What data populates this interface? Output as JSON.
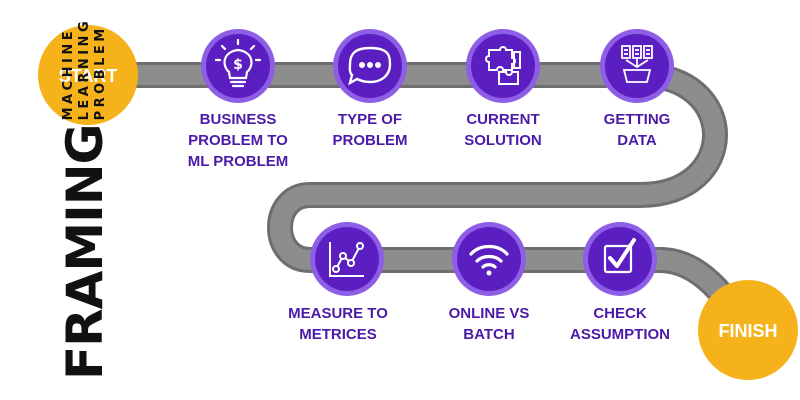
{
  "colors": {
    "road": "#8d8d8d",
    "road_edge": "#6e6e6e",
    "circle": "#5b1fc1",
    "circle_ring": "#8f5ee6",
    "endpoint": "#f6b21b",
    "label": "#4b1aa8",
    "title": "#111111"
  },
  "start_label": "START",
  "finish_label": "FINISH",
  "title": {
    "main": "FRAMING",
    "line1": "MACHINE LEARNING",
    "line2": "PROBLEM"
  },
  "steps": [
    {
      "label": "BUSINESS\nPROBLEM TO\nML PROBLEM",
      "icon": "lightbulb-dollar-icon"
    },
    {
      "label": "TYPE OF\nPROBLEM",
      "icon": "chat-bubble-icon"
    },
    {
      "label": "CURRENT\nSOLUTION",
      "icon": "puzzle-icon"
    },
    {
      "label": "GETTING\nDATA",
      "icon": "database-icon"
    },
    {
      "label": "MEASURE TO\nMETRICES",
      "icon": "line-graph-icon"
    },
    {
      "label": "ONLINE VS\nBATCH",
      "icon": "wifi-icon"
    },
    {
      "label": "CHECK\nASSUMPTION",
      "icon": "checkbox-icon"
    }
  ]
}
